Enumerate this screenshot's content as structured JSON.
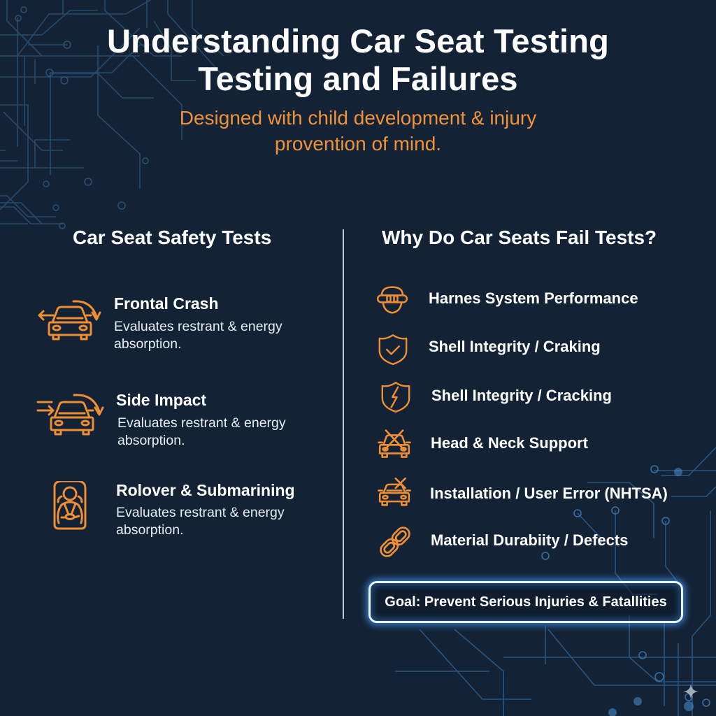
{
  "header": {
    "title_line1": "Understanding Car Seat Testing",
    "title_line2": "Testing and Failures",
    "subtitle_line1": "Designed with child development & injury",
    "subtitle_line2": "provention of mind."
  },
  "left_column": {
    "heading": "Car Seat Safety Tests",
    "items": [
      {
        "icon": "car-frontal-crash-icon",
        "name": "Frontal Crash",
        "desc": "Evaluates restrant & energy absorption."
      },
      {
        "icon": "car-side-impact-icon",
        "name": "Side Impact",
        "desc": "Evaluates restrant & energy absorption."
      },
      {
        "icon": "child-seat-harness-icon",
        "name": "Rolover & Submarining",
        "desc": "Evaluates restrant & energy absorption."
      }
    ]
  },
  "right_column": {
    "heading": "Why Do Car Seats Fail Tests?",
    "items": [
      {
        "icon": "head-harness-icon",
        "label": "Harnes System Performance"
      },
      {
        "icon": "shield-check-icon",
        "label": "Shell Integrity / Craking"
      },
      {
        "icon": "shield-crack-icon",
        "label": "Shell Integrity / Cracking"
      },
      {
        "icon": "car-cross-icon",
        "label": "Head & Neck Support"
      },
      {
        "icon": "car-x-mark-icon",
        "label": "Installation / User Error (NHTSA)"
      },
      {
        "icon": "chain-link-icon",
        "label": "Material Durabiity / Defects"
      }
    ]
  },
  "goal": {
    "text": "Goal: Prevent Serious Injuries & Fatallities"
  },
  "colors": {
    "background": "#132235",
    "accent_orange": "#ef8f35",
    "circuit_blue": "#2e5b85",
    "glow_blue": "#46a0ff",
    "text_white": "#ffffff"
  }
}
